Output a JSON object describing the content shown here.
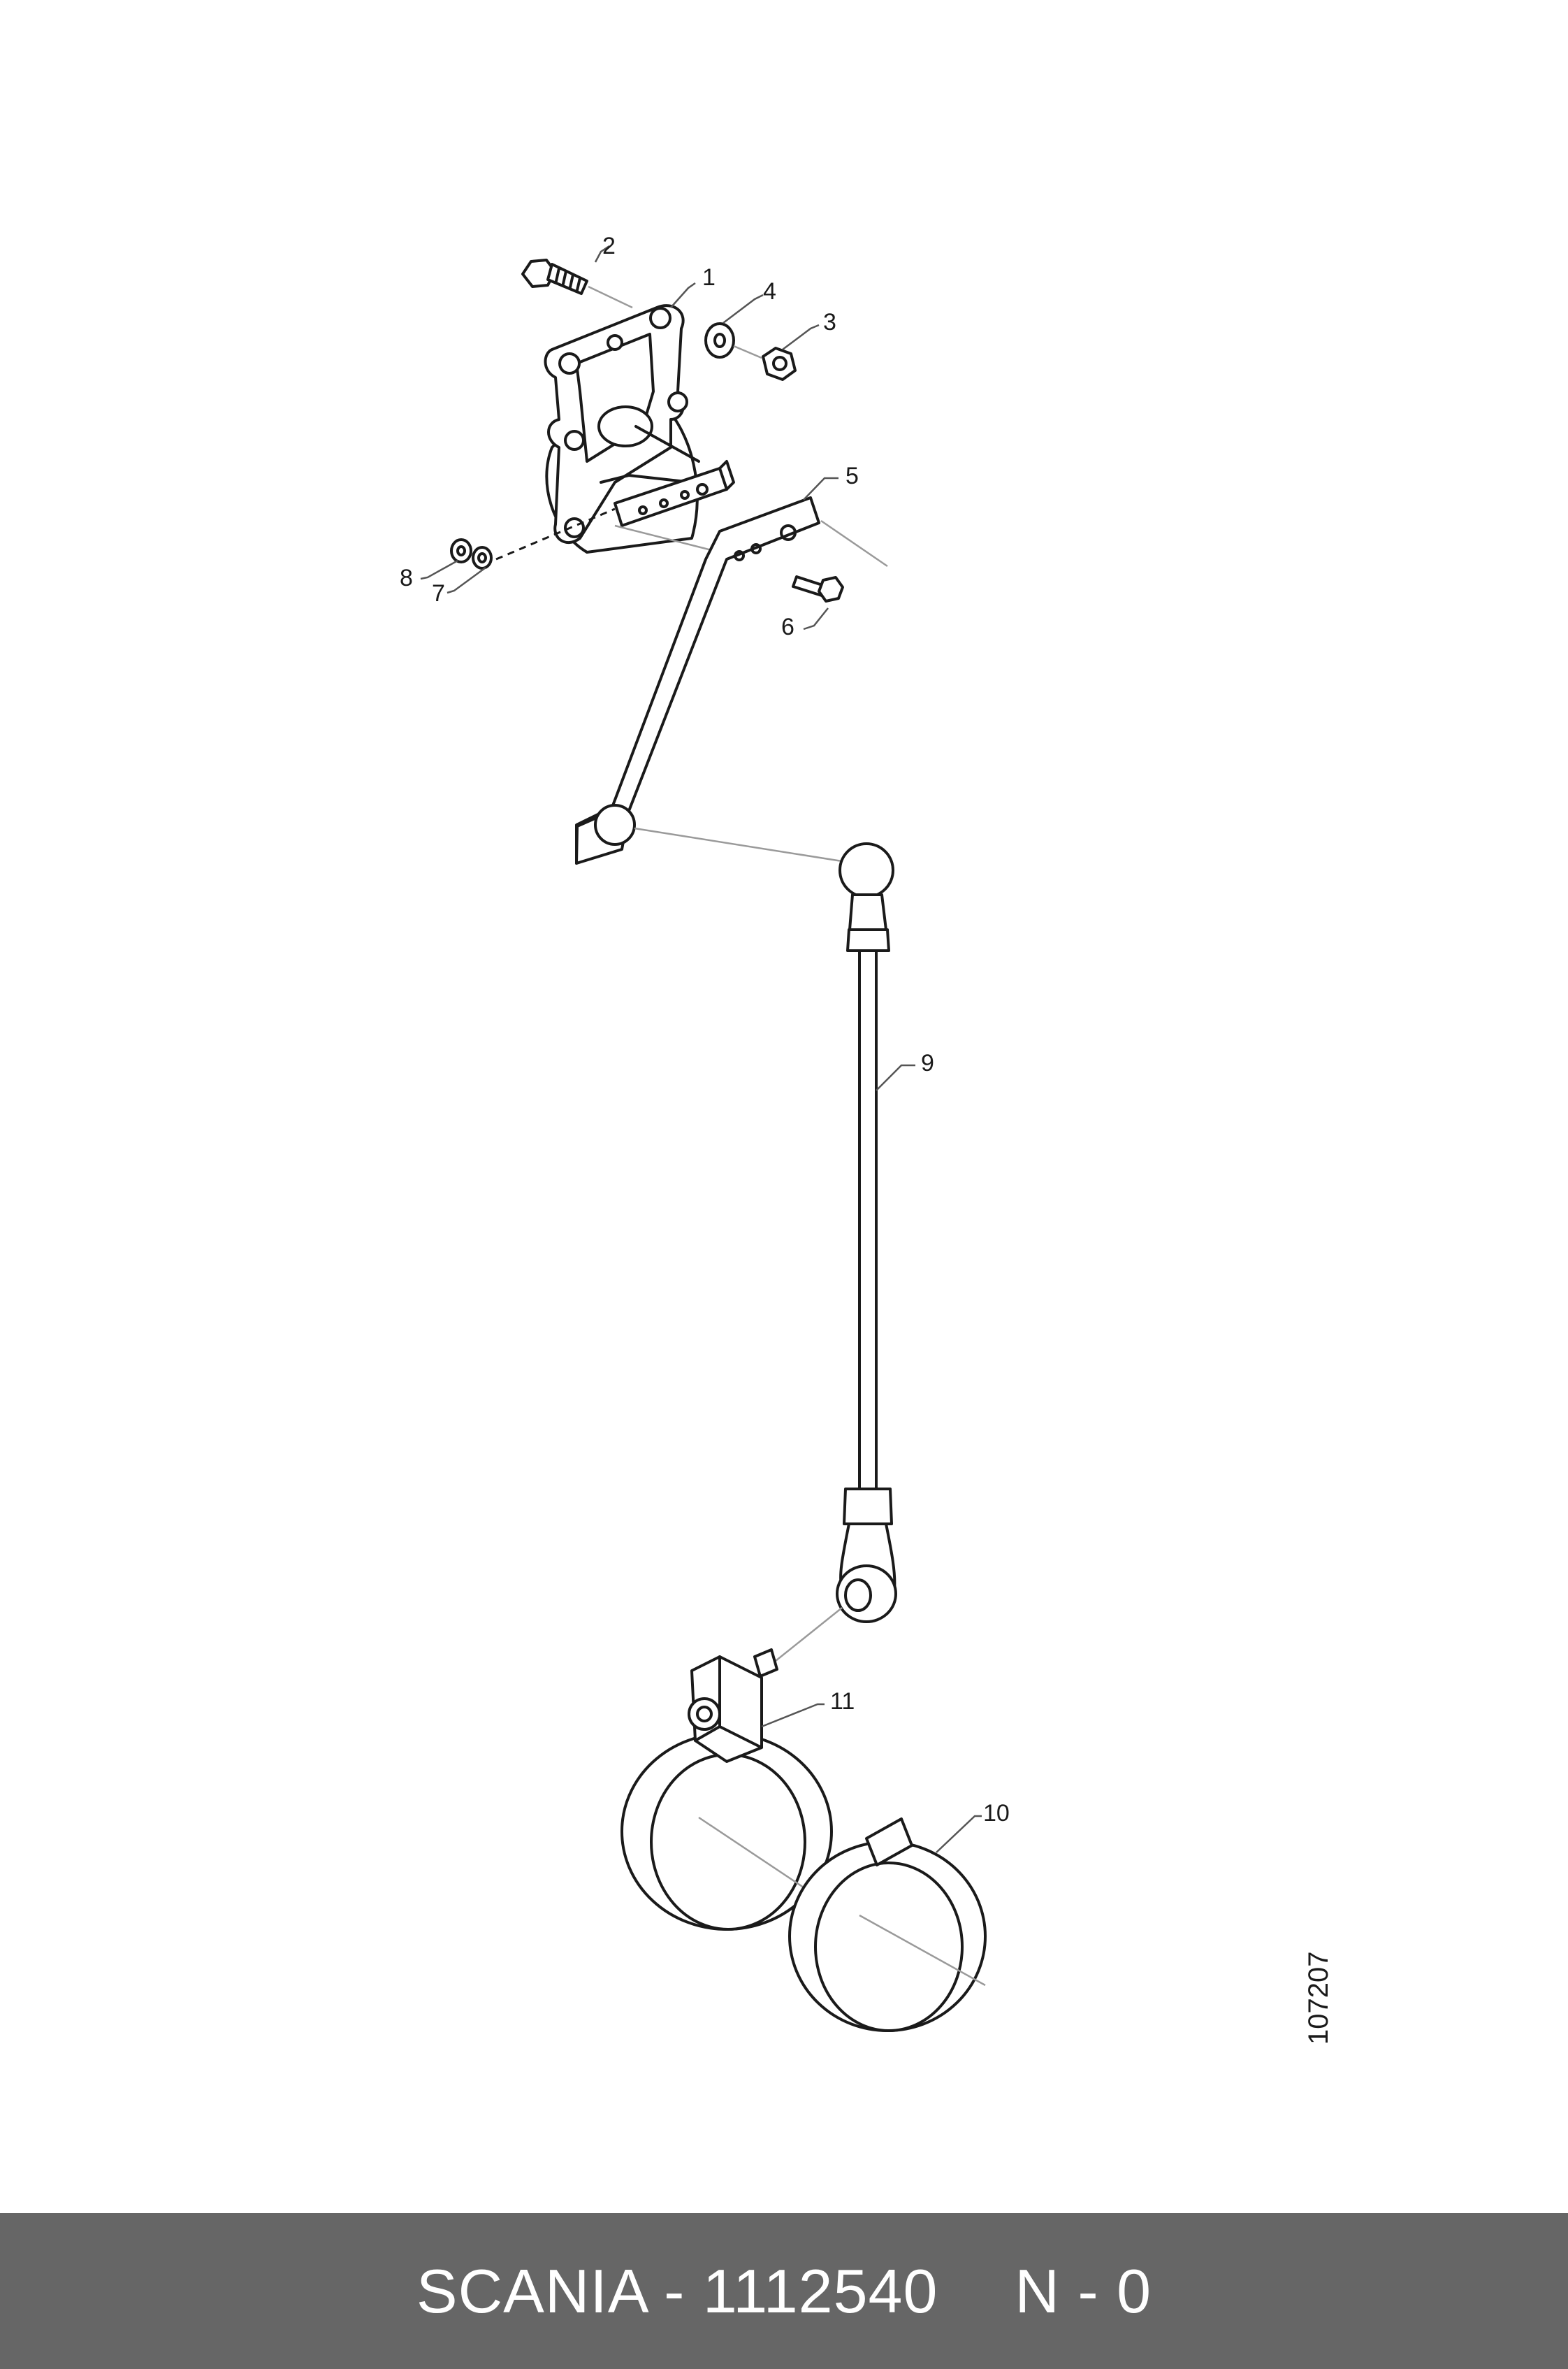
{
  "diagram": {
    "callouts": [
      "1",
      "2",
      "3",
      "4",
      "5",
      "6",
      "7",
      "8",
      "9",
      "10",
      "11"
    ],
    "reference_number": "107207"
  },
  "footer": {
    "part_label": "SCANIA - 1112540",
    "revision": "N - 0",
    "background_color": "#666666"
  }
}
